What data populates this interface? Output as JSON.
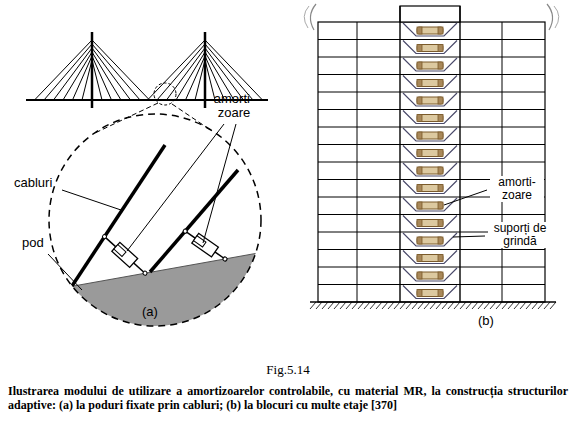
{
  "diagram": {
    "caption": "Ilustrarea modului de utilizare a amortizoarelor controlabile, cu material MR, la construcția structurilor adaptive: (a) la poduri fixate prin cabluri; (b) la blocuri cu multe etaje [370]",
    "labels": [
      "cabluri",
      "amorti- zoare",
      "pod",
      "(a)",
      "amorti- zoare",
      "suporți de grindă",
      "(b)",
      "Fig.5.14"
    ]
  }
}
